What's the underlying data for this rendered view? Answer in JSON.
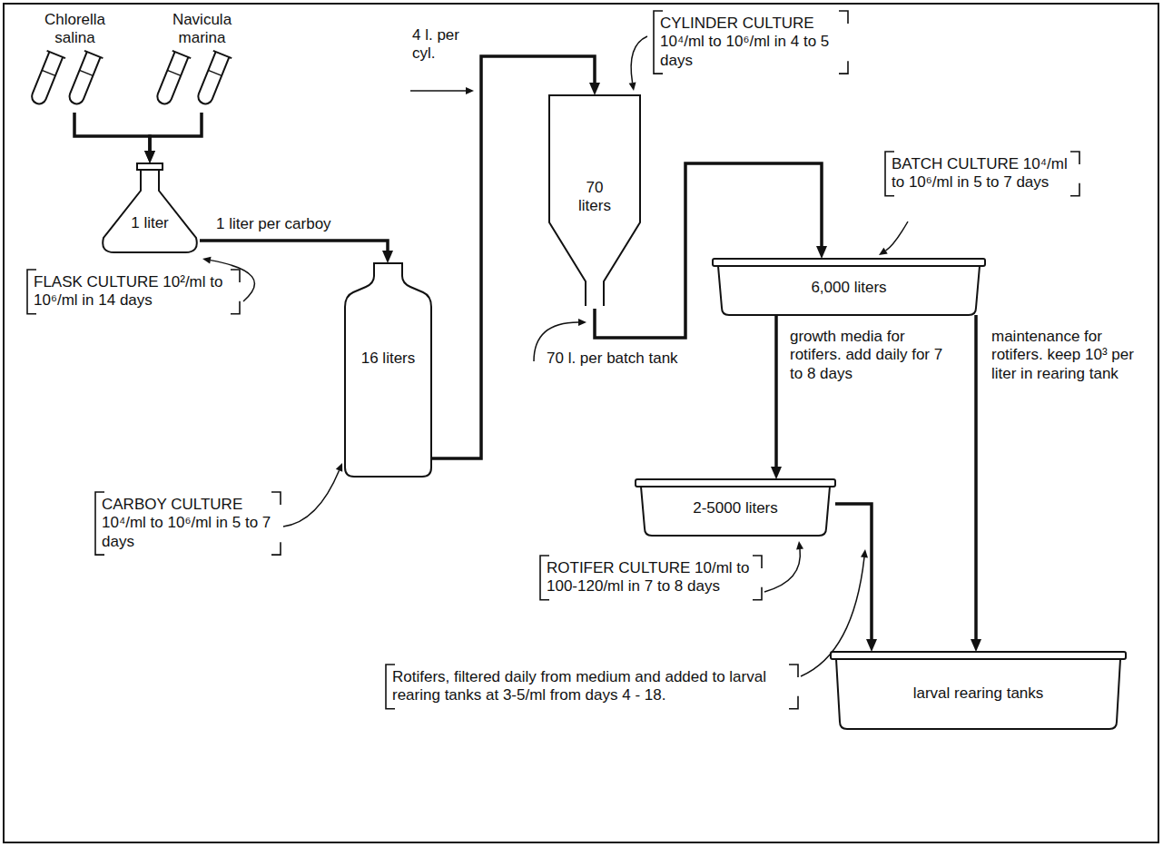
{
  "diagram": {
    "nodes": [
      {
        "text": [
          "Chlorella salina"
        ]
      },
      {
        "text": [
          "Navicula marina"
        ]
      },
      {
        "text": [
          "1 liter"
        ]
      },
      {
        "text": [
          "16 liters"
        ]
      },
      {
        "text": [
          "70 liters"
        ]
      },
      {
        "text": [
          "6,000 liters"
        ]
      },
      {
        "text": [
          "2-5000 liters"
        ]
      },
      {
        "text": [
          "larval rearing tanks"
        ]
      }
    ],
    "edges": [
      {
        "from": 0,
        "to": 2,
        "arrow": "to"
      },
      {
        "from": 1,
        "to": 2,
        "arrow": "to"
      },
      {
        "from": 2,
        "to": 3,
        "label": "1 liter per carboy",
        "arrow": "to"
      },
      {
        "from": 3,
        "to": 4,
        "label": "4 l. per cyl.",
        "arrow": "to"
      },
      {
        "from": 4,
        "to": 5,
        "label": "70 l. per batch tank",
        "arrow": "to"
      },
      {
        "from": 5,
        "to": 6,
        "label": "growth media for rotifers. add daily for 7 to 8 days",
        "arrow": "to"
      },
      {
        "from": 5,
        "to": 7,
        "label": "maintenance for rotifers. keep 10³ per liter in rearing tank",
        "arrow": "to"
      },
      {
        "from": 6,
        "to": 7,
        "arrow": "to"
      }
    ],
    "labels": [
      "FLASK CULTURE 10²/ml to 10⁶/ml in 14 days",
      "CARBOY CULTURE 10⁴/ml to 10⁶/ml in 5 to 7 days",
      "CYLINDER CULTURE 10⁴/ml to 10⁶/ml in 4 to 5 days",
      "BATCH CULTURE 10⁴/ml to 10⁶/ml in 5 to 7 days",
      "ROTIFER CULTURE 10/ml to 100-120/ml in 7 to 8 days",
      "Rotifers, filtered daily from medium and added to larval rearing tanks at 3-5/ml from days 4 - 18."
    ]
  }
}
